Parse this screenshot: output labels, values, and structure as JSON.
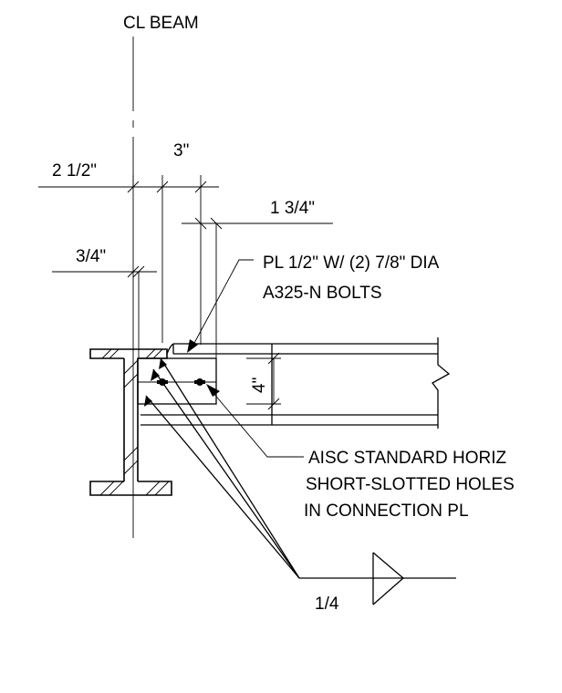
{
  "labels": {
    "cl_beam": "CL BEAM",
    "dim_2_half": "2 1/2\"",
    "dim_3": "3\"",
    "dim_1_3_4": "1 3/4\"",
    "dim_3_4": "3/4\"",
    "dim_4": "4\"",
    "plate_note_line1": "PL 1/2\" W/ (2) 7/8\" DIA",
    "plate_note_line2": "A325-N BOLTS",
    "holes_note_line1": "AISC STANDARD HORIZ",
    "holes_note_line2": "SHORT-SLOTTED HOLES",
    "holes_note_line3": "IN CONNECTION PL",
    "weld_size": "1/4"
  }
}
